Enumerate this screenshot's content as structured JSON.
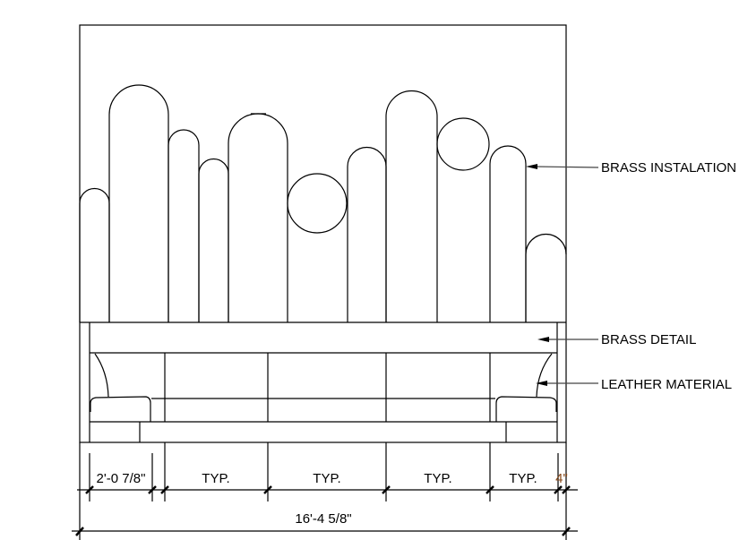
{
  "annotations": {
    "brass_installation": "BRASS INSTALATION",
    "brass_detail": "BRASS DETAIL",
    "leather_material": "LEATHER MATERIAL"
  },
  "dimensions": {
    "segments": [
      "2'-0 7/8\"",
      "TYP.",
      "TYP.",
      "TYP.",
      "TYP.",
      "4\""
    ],
    "overall": "16'-4 5/8\""
  },
  "colors": {
    "line": "#000000",
    "leader": "#444444",
    "dim_accent": "#8a4a1a"
  }
}
